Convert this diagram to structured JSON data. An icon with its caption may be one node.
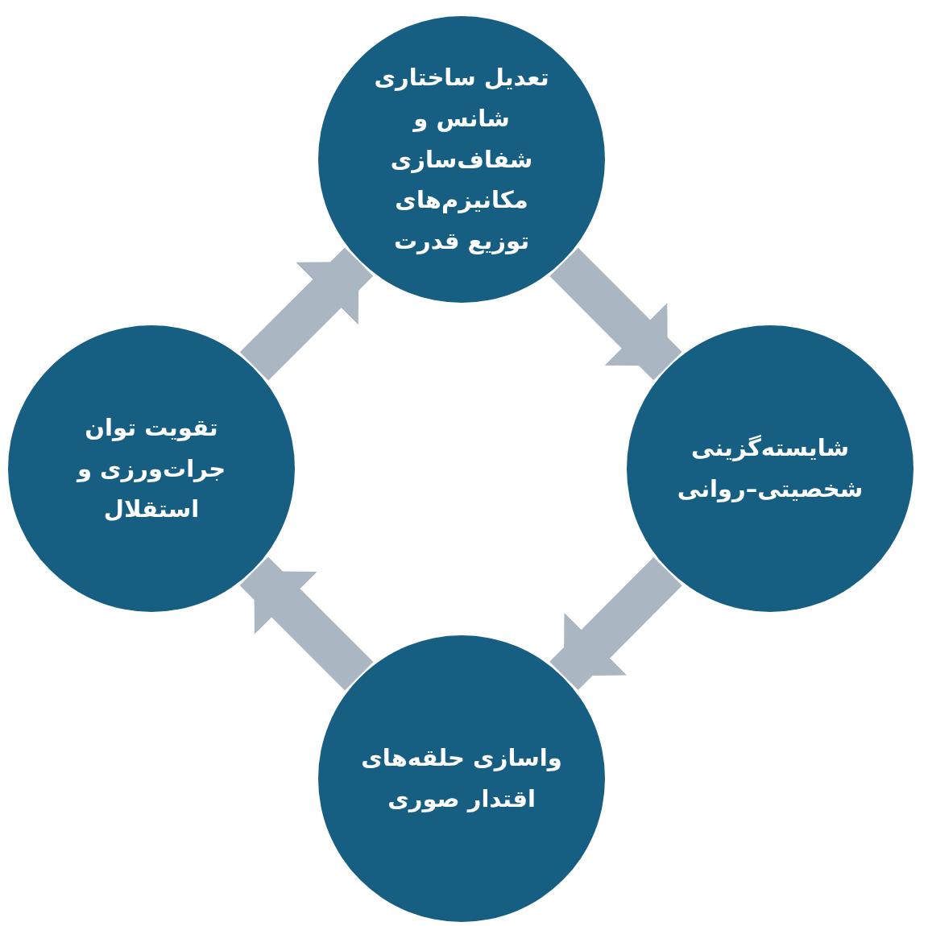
{
  "diagram": {
    "nodes": [
      {
        "text": [
          "تعدیل ساختاری شانس و شفاف‌سازی مکانیزم‌های توزیع قدرت"
        ]
      },
      {
        "text": [
          "شایسته‌گزینی شخصیتی–روانی"
        ]
      },
      {
        "text": [
          "واسازی حلقه‌های اقتدار صوری"
        ]
      },
      {
        "text": [
          "تقویت توان جرات‌ورزی و استقلال"
        ]
      }
    ],
    "edges": [
      {
        "from": 0,
        "to": 1,
        "arrow": "to"
      },
      {
        "from": 1,
        "to": 2,
        "arrow": "to"
      },
      {
        "from": 2,
        "to": 3,
        "arrow": "to"
      },
      {
        "from": 3,
        "to": 0,
        "arrow": "to"
      }
    ]
  }
}
